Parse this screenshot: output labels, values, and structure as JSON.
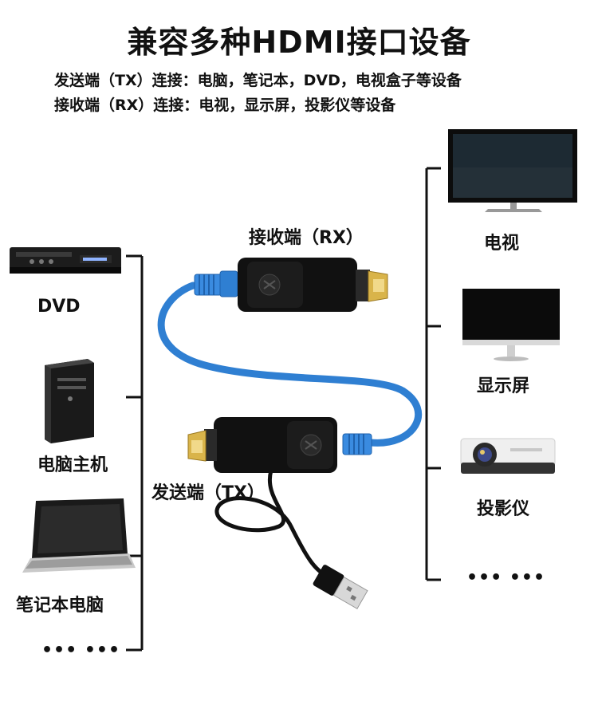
{
  "heading": {
    "title": "兼容多种HDMI接口设备",
    "tx_line": "发送端（TX）连接：电脑，笔记本，DVD，电视盒子等设备",
    "rx_line": "接收端（RX）连接：电视，显示屏，投影仪等设备"
  },
  "left_devices": [
    {
      "label": "DVD",
      "icon": "dvd-player-icon"
    },
    {
      "label": "电脑主机",
      "icon": "desktop-tower-icon"
    },
    {
      "label": "笔记本电脑",
      "icon": "laptop-icon"
    }
  ],
  "left_more": "••• •••",
  "right_devices": [
    {
      "label": "电视",
      "icon": "tv-icon"
    },
    {
      "label": "显示屏",
      "icon": "monitor-icon"
    },
    {
      "label": "投影仪",
      "icon": "projector-icon"
    }
  ],
  "right_more": "••• •••",
  "extender": {
    "rx_label": "接收端（RX）",
    "tx_label": "发送端（TX）"
  },
  "colors": {
    "cable_blue": "#2f7fd2",
    "device_black": "#111111",
    "connector_gold": "#d9b44a"
  }
}
